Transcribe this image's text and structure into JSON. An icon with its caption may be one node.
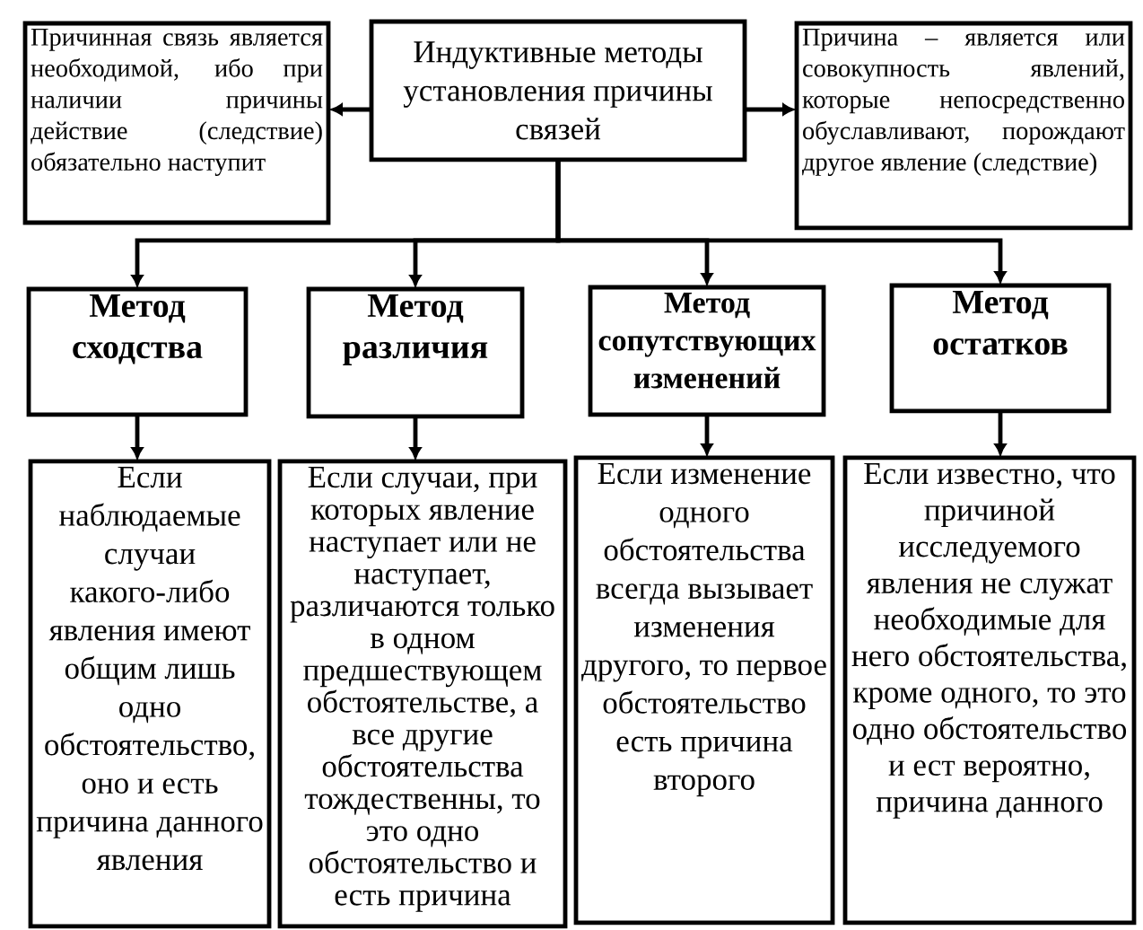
{
  "diagram": {
    "nodes": [
      {
        "text": [
          "Индуктивные методы установления причины связей"
        ]
      },
      {
        "text": [
          "Причинная связь является необходимой, ибо при наличии причины действие (следствие) обязательно наступит"
        ]
      },
      {
        "text": [
          "Причина – является или совокупность явлений, которые непосредственно обуславливают, порождают другое явление (следствие)"
        ]
      },
      {
        "text": [
          "Метод сходства"
        ]
      },
      {
        "text": [
          "Метод различия"
        ]
      },
      {
        "text": [
          "Метод сопутствующих изменений"
        ]
      },
      {
        "text": [
          "Метод остатков"
        ]
      },
      {
        "text": [
          "Если наблюдаемые случаи какого-либо явления имеют общим лишь одно обстоятельство, оно и есть причина данного явления"
        ]
      },
      {
        "text": [
          "Если случаи, при которых явление наступает или не наступает, различаются только в одном предшествующем обстоятельстве, а все другие обстоятельства тождественны, то это одно обстоятельство и есть причина"
        ]
      },
      {
        "text": [
          "Если изменение одного обстоятельства всегда вызывает изменения другого, то первое обстоятельство есть причина второго"
        ]
      },
      {
        "text": [
          "Если известно, что причиной исследуемого явления не служат необходимые для него обстоятельства, кроме одного, то это одно обстоятельство и ест вероятно, причина данного"
        ]
      }
    ],
    "edges": [
      {
        "from": 0,
        "to": 1,
        "arrow": "to"
      },
      {
        "from": 0,
        "to": 2,
        "arrow": "to"
      },
      {
        "from": 0,
        "to": 3,
        "arrow": "to"
      },
      {
        "from": 0,
        "to": 4,
        "arrow": "to"
      },
      {
        "from": 0,
        "to": 5,
        "arrow": "to"
      },
      {
        "from": 0,
        "to": 6,
        "arrow": "to"
      },
      {
        "from": 3,
        "to": 7,
        "arrow": "to"
      },
      {
        "from": 4,
        "to": 8,
        "arrow": "to"
      },
      {
        "from": 5,
        "to": 9,
        "arrow": "to"
      },
      {
        "from": 6,
        "to": 10,
        "arrow": "to"
      }
    ]
  }
}
